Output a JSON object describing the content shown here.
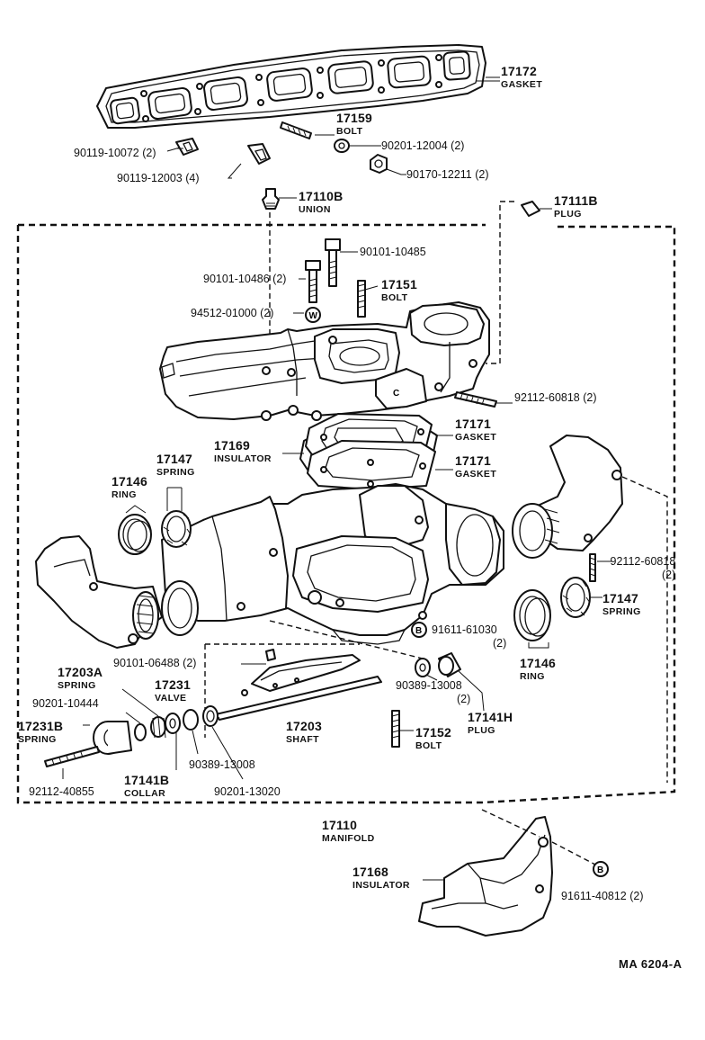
{
  "labels": {
    "l17172": {
      "number": "17172",
      "name": "GASKET"
    },
    "l17159": {
      "number": "17159",
      "name": "BOLT"
    },
    "l90119_10072": {
      "text": "90119-10072 (2)"
    },
    "l90201_12004": {
      "text": "90201-12004 (2)"
    },
    "l90119_12003": {
      "text": "90119-12003 (4)"
    },
    "l90170_12211": {
      "text": "90170-12211 (2)"
    },
    "l17110B": {
      "number": "17110B",
      "name": "UNION"
    },
    "l17111B": {
      "number": "17111B",
      "name": "PLUG"
    },
    "l90101_10485": {
      "text": "90101-10485"
    },
    "l90101_10486": {
      "text": "90101-10486 (2)"
    },
    "l17151": {
      "number": "17151",
      "name": "BOLT"
    },
    "l94512_01000": {
      "text": "94512-01000 (2)"
    },
    "l92112_60818a": {
      "text": "92112-60818 (2)"
    },
    "l17171a": {
      "number": "17171",
      "name": "GASKET"
    },
    "l17169": {
      "number": "17169",
      "name": "INSULATOR"
    },
    "l17171b": {
      "number": "17171",
      "name": "GASKET"
    },
    "l17147a": {
      "number": "17147",
      "name": "SPRING"
    },
    "l17146a": {
      "number": "17146",
      "name": "RING"
    },
    "l92112_60818b": {
      "line1": "92112-60818",
      "line2": "(2)"
    },
    "l17147b": {
      "number": "17147",
      "name": "SPRING"
    },
    "l91611_61030": {
      "line1": "91611-61030",
      "line2": "(2)"
    },
    "l90101_06488": {
      "text": "90101-06488 (2)"
    },
    "l17146b": {
      "number": "17146",
      "name": "RING"
    },
    "l17203A": {
      "number": "17203A",
      "name": "SPRING"
    },
    "l17231": {
      "number": "17231",
      "name": "VALVE"
    },
    "l90389_13008b": {
      "line1": "90389-13008",
      "line2": "(2)"
    },
    "l90201_10444": {
      "text": "90201-10444"
    },
    "l17141H": {
      "number": "17141H",
      "name": "PLUG"
    },
    "l17231B": {
      "number": "17231B",
      "name": "SPRING"
    },
    "l17203": {
      "number": "17203",
      "name": "SHAFT"
    },
    "l17152": {
      "number": "17152",
      "name": "BOLT"
    },
    "l90389_13008a": {
      "text": "90389-13008"
    },
    "l17141B": {
      "number": "17141B",
      "name": "COLLAR"
    },
    "l92112_40855": {
      "text": "92112-40855"
    },
    "l90201_13020": {
      "text": "90201-13020"
    },
    "l17110": {
      "number": "17110",
      "name": "MANIFOLD"
    },
    "l17168": {
      "number": "17168",
      "name": "INSULATOR"
    },
    "l91611_40812": {
      "text": "91611-40812 (2)"
    }
  },
  "washer_markers": {
    "w": "W",
    "b": "B"
  },
  "drawing_code": "MA  6204-A"
}
